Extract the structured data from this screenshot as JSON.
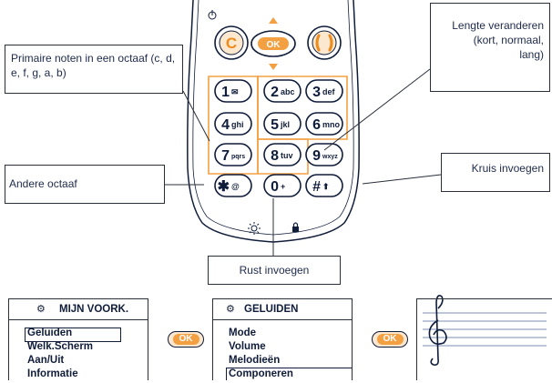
{
  "callouts": {
    "primary_notes": "Primaire noten in een octaaf (c, d, e, f, g, a, b)",
    "length": [
      "Lengte veranderen",
      "(kort, normaal,",
      "lang)"
    ],
    "other_octave": "Andere octaaf",
    "sharp": "Kruis invoegen",
    "rest": "Rust invoegen"
  },
  "phone": {
    "left_softkey": "C",
    "ok_key": "OK",
    "keys": [
      {
        "digit": "1",
        "sub": "✉"
      },
      {
        "digit": "2",
        "sub": "abc"
      },
      {
        "digit": "3",
        "sub": "def"
      },
      {
        "digit": "4",
        "sub": "ghi"
      },
      {
        "digit": "5",
        "sub": "jkl"
      },
      {
        "digit": "6",
        "sub": "mno"
      },
      {
        "digit": "7",
        "sub": "pqrs"
      },
      {
        "digit": "8",
        "sub": "tuv"
      },
      {
        "digit": "9",
        "sub": "wxyz"
      },
      {
        "digit": "✱",
        "sub": "@"
      },
      {
        "digit": "0",
        "sub": "+"
      },
      {
        "digit": "#",
        "sub": "⬆"
      }
    ]
  },
  "panels": {
    "menu1": {
      "title": "MIJN VOORK.",
      "items": [
        "Geluiden",
        "Welk.Scherm",
        "Aan/Uit",
        "Informatie"
      ],
      "selected": 0
    },
    "menu2": {
      "title": "GELUIDEN",
      "items": [
        "Mode",
        "Volume",
        "Melodieën",
        "Componeren"
      ],
      "selected": 3
    },
    "ok_label": "OK"
  },
  "colors": {
    "accent_orange": "#f3a043",
    "dark_navy": "#0f1c3a",
    "key_fill": "#ffffff",
    "phone_body": "#ffffff"
  }
}
